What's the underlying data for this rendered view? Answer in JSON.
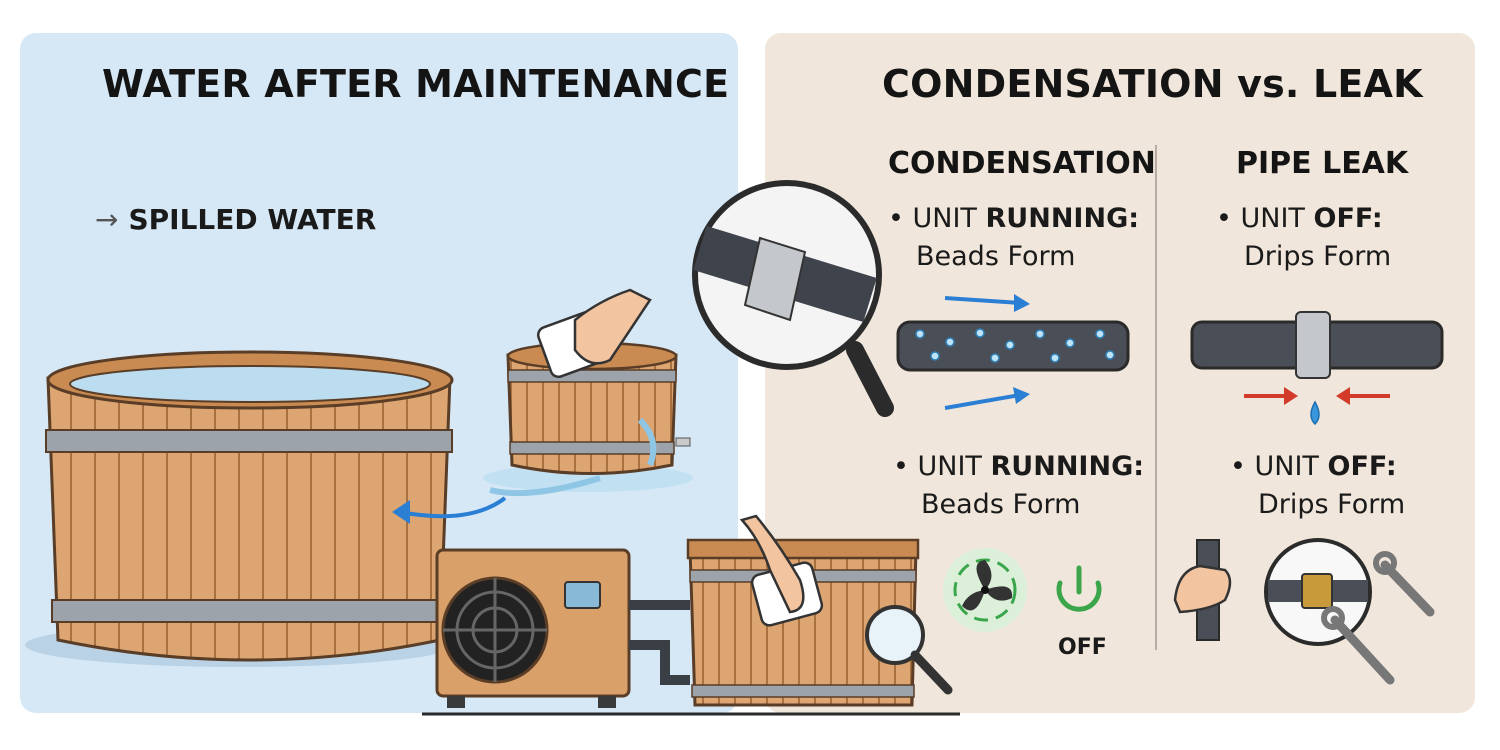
{
  "left_panel": {
    "title": "WATER AFTER MAINTENANCE",
    "arrow_label": "SPILLED WATER",
    "arrow_symbol": "→"
  },
  "right_panel": {
    "title": "CONDENSATION vs. LEAK",
    "condensation": {
      "heading": "CONDENSATION",
      "bullets": [
        {
          "lead": "• UNIT ",
          "strong": "RUNNING:",
          "sub": "Beads Form"
        },
        {
          "lead": "• UNIT ",
          "strong": "RUNNING:",
          "sub": "Beads Form"
        }
      ],
      "off_label": "OFF"
    },
    "pipe_leak": {
      "heading": "PIPE LEAK",
      "bullets": [
        {
          "lead": "• UNIT ",
          "strong": "OFF:",
          "sub": "Drips Form"
        },
        {
          "lead": "• UNIT ",
          "strong": "OFF:",
          "sub": "Drips Form"
        }
      ]
    }
  },
  "colors": {
    "left_bg": "#d6e8f6",
    "right_bg": "#f1e6db",
    "wood": "#d9a06a",
    "pipe": "#4a4f57",
    "water_arrow": "#2a7fd4",
    "leak_arrow": "#d23a2a",
    "power_green": "#3aa54a"
  },
  "icons": [
    "magnifier-icon",
    "fan-icon",
    "power-icon",
    "wrench-icon",
    "hand-icon",
    "water-drop-icon"
  ]
}
